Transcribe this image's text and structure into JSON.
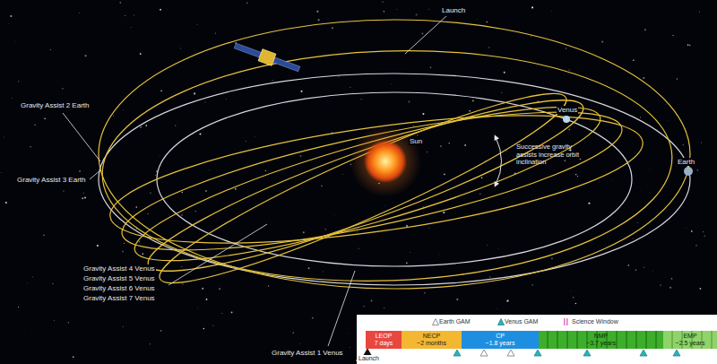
{
  "diagram": {
    "nodes": [
      {
        "text": [
          "LEOP",
          "7 days"
        ]
      },
      {
        "text": [
          "NECP",
          "~2 months"
        ]
      },
      {
        "text": [
          "CP",
          "~1.8 years"
        ]
      },
      {
        "text": [
          "NMP",
          "~3.7 years"
        ]
      },
      {
        "text": [
          "EMP",
          "~2.5 years"
        ]
      }
    ],
    "labels": [
      "Launch",
      "Venus",
      "Earth",
      "Sun",
      "Successive gravity assists increase orbit inclination",
      "Gravity Assist 2 Earth",
      "Gravity Assist 3 Earth",
      "Gravity Assist 4 Venus",
      "Gravity Assist 5 Venus",
      "Gravity Assist 6 Venus",
      "Gravity Assist 7 Venus",
      "Gravity Assist 1 Venus",
      "Launch"
    ],
    "legend": [
      {
        "text": "Earth GAM"
      },
      {
        "text": "Venus GAM"
      },
      {
        "text": "Science Window"
      }
    ]
  }
}
